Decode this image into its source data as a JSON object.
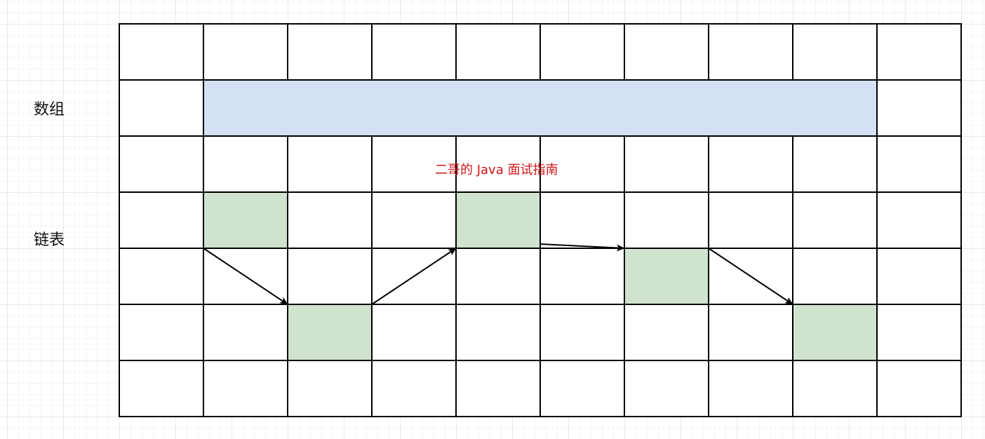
{
  "legend": {
    "array_label": "数组",
    "linked_list_label": "链表"
  },
  "watermark": "二哥的 Java 面试指南",
  "grid": {
    "rows": 7,
    "cols": 10
  },
  "array_span": {
    "row": 1,
    "col_start": 1,
    "col_end": 8
  },
  "linked_nodes": [
    {
      "row": 3,
      "col": 1
    },
    {
      "row": 5,
      "col": 2
    },
    {
      "row": 3,
      "col": 4
    },
    {
      "row": 4,
      "col": 6
    },
    {
      "row": 5,
      "col": 8
    }
  ],
  "colors": {
    "array_fill": "#d4e1f5",
    "linked_fill": "#cfe3cf",
    "grid_line": "#000000",
    "watermark": "#d21414"
  }
}
